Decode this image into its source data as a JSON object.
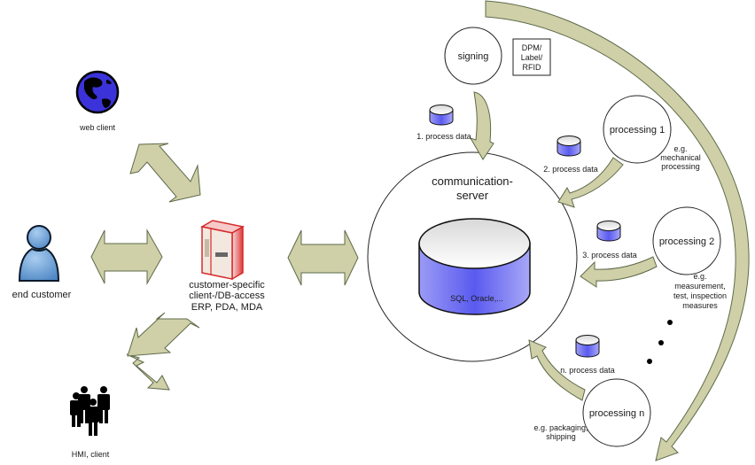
{
  "colors": {
    "arrow_fill": "#cfcfa8",
    "arrow_stroke": "#5e6b4a",
    "db_body": "#7b7bf0",
    "db_top": "#f2f2f2",
    "globe": "#3b33d9",
    "user": "#6fa6d8",
    "server": "#d62a2a"
  },
  "left": {
    "web_client": "web client",
    "end_customer": "end customer",
    "client_access": {
      "line1": "customer-specific",
      "line2": "client-/DB-access",
      "line3": "ERP, PDA, MDA"
    },
    "hmi_client": "HMI, client"
  },
  "server": {
    "title_line1": "communication-",
    "title_line2": "server",
    "db_label": "SQL, Oracle,..."
  },
  "stations": [
    {
      "name": "signing"
    },
    {
      "name": "processing 1",
      "note": [
        "e.g.",
        "mechanical",
        "processing"
      ]
    },
    {
      "name": "processing 2",
      "note": [
        "e.g.",
        "measurement,",
        "test, inspection",
        "measures"
      ]
    },
    {
      "name": "processing n",
      "note": [
        "e.g. packaging,",
        "shipping"
      ]
    }
  ],
  "signing_box": [
    "DPM/",
    "Label/",
    "RFID"
  ],
  "process_data": [
    "1. process data",
    "2. process data",
    "3. process data",
    "n. process data"
  ]
}
